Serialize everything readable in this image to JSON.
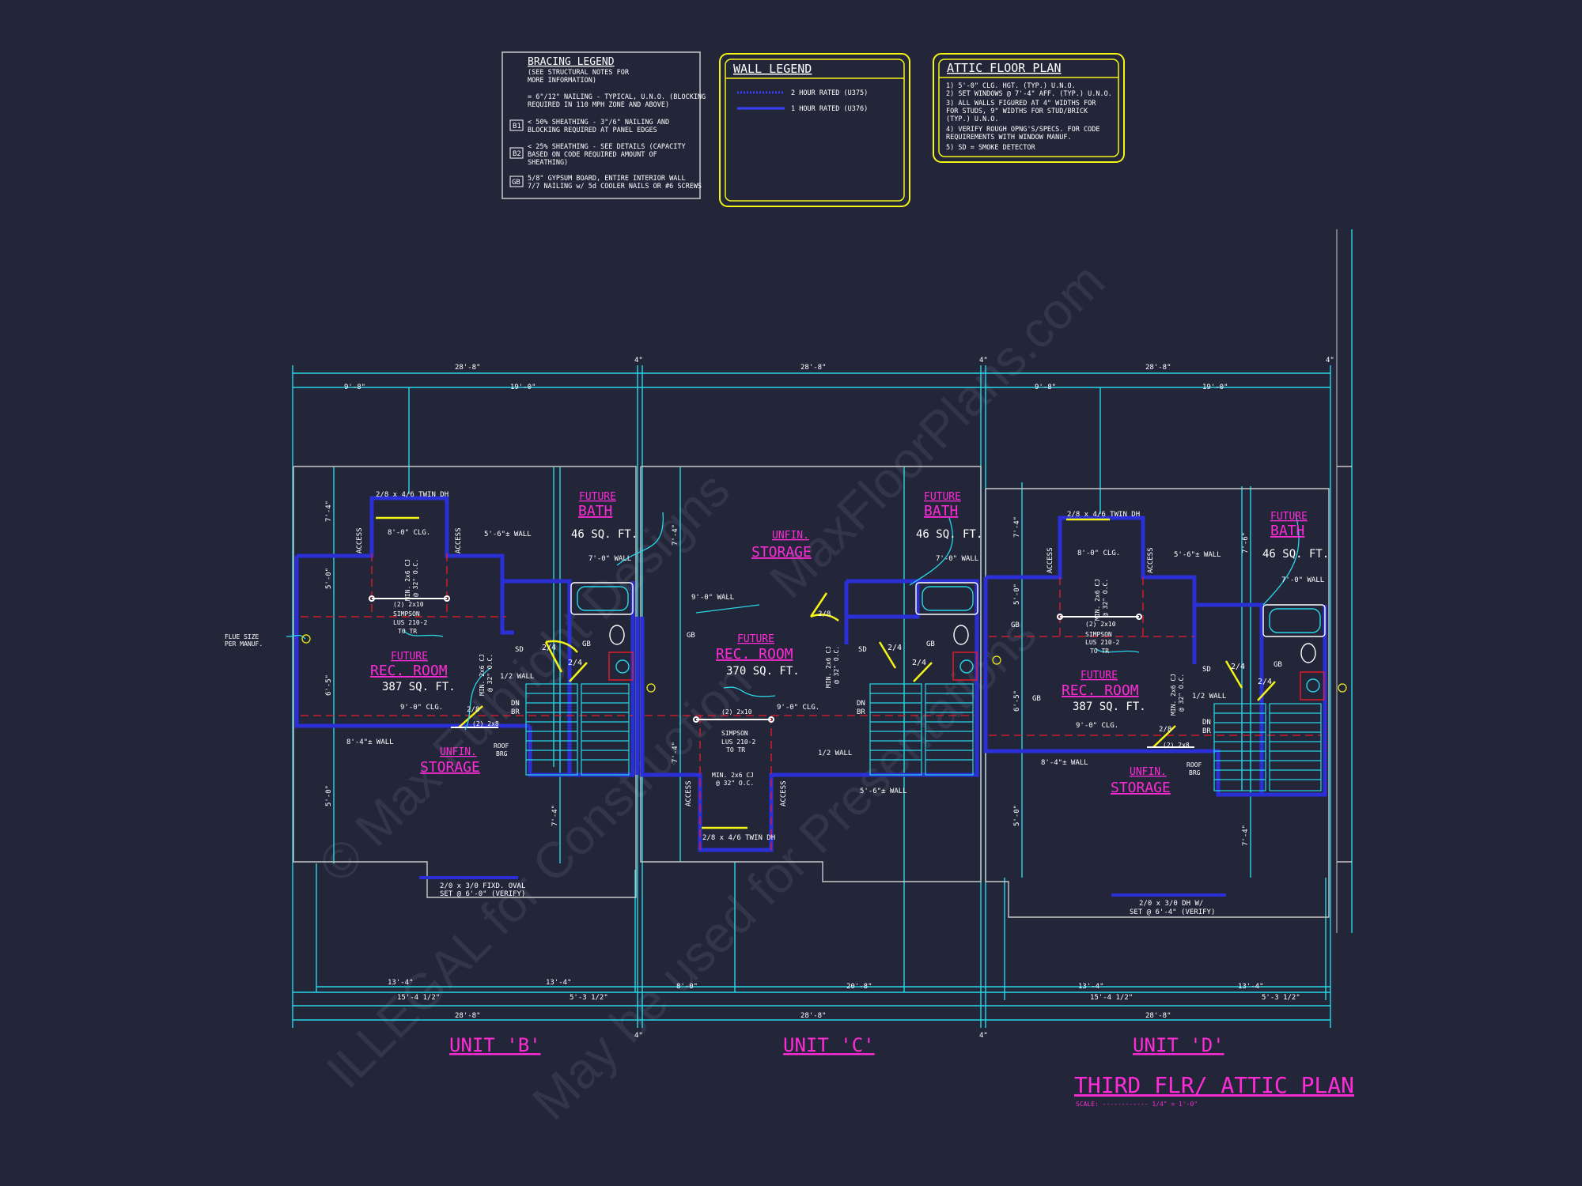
{
  "colors": {
    "background": "#232639",
    "wall": "#2a2fd6",
    "dim": "#27d7e8",
    "label": "#ff2bd6",
    "note": "#ffffff",
    "door": "#f4f417",
    "hidden": "#e81c2a",
    "legend_border": "#c8c8c8"
  },
  "bracing_legend": {
    "title": "BRACING LEGEND",
    "subtitle": [
      "(SEE STRUCTURAL NOTES FOR",
      "MORE INFORMATION)"
    ],
    "nailing": [
      "= 6\"/12\" NAILING - TYPICAL, U.N.O. (BLOCKING",
      "REQUIRED IN 110 MPH ZONE AND ABOVE)"
    ],
    "items": [
      {
        "code": "B1",
        "lines": [
          "< 50% SHEATHING - 3\"/6\" NAILING AND",
          "BLOCKING REQUIRED AT PANEL EDGES"
        ]
      },
      {
        "code": "B2",
        "lines": [
          "< 25% SHEATHING - SEE DETAILS (CAPACITY",
          "BASED ON CODE REQUIRED AMOUNT OF",
          "SHEATHING)"
        ]
      },
      {
        "code": "GB",
        "lines": [
          "5/8\" GYPSUM BOARD, ENTIRE INTERIOR WALL",
          "7/7 NAILING w/ 5d COOLER NAILS OR #6 SCREWS"
        ]
      }
    ]
  },
  "wall_legend": {
    "title": "WALL LEGEND",
    "rows": [
      "2 HOUR RATED (U375)",
      "1 HOUR RATED (U376)"
    ]
  },
  "attic_notes": {
    "title": "ATTIC FLOOR PLAN",
    "lines": [
      "1) 5'-0\" CLG. HGT. (TYP.) U.N.O.",
      "2) SET WINDOWS @ 7'-4\" AFF. (TYP.) U.N.O.",
      "3) ALL WALLS FIGURED AT 4\" WIDTHS FOR",
      "   FOR STUDS, 9\" WIDTHS FOR STUD/BRICK",
      "   (TYP.) U.N.O.",
      "4) VERIFY ROUGH OPNG'S/SPECS. FOR CODE",
      "   REQUIREMENTS WITH WINDOW MANUF.",
      "5) SD = SMOKE DETECTOR"
    ]
  },
  "watermark": [
    "© Max Fulbright Designs",
    "ILLEGAL for Construction",
    "May be used for Presentations",
    "MaxFloorPlans.com"
  ],
  "dims": {
    "top_overall": "28'-8\"",
    "top_gap": "4\"",
    "top_left": "9'-8\"",
    "top_right": "19'-0\"",
    "bottom_left": "13'-4\"",
    "bottom_mid": "15'-4 1/2\"",
    "bottom_right": "5'-3 1/2\"",
    "unit_c_left": "8'-0\"",
    "unit_c_right": "20'-8\"",
    "vertical": [
      "7'-4\"",
      "5'-0\"",
      "6'-5\"",
      "5'-0\"",
      "7'-4\"",
      "7'-6\""
    ]
  },
  "units": [
    {
      "name": "UNIT 'B'",
      "rec_title": "FUTURE",
      "rec_name": "REC. ROOM",
      "rec_area": "387 SQ. FT.",
      "bath_title": "FUTURE",
      "bath_name": "BATH",
      "bath_area": "46 SQ. FT.",
      "storage_title": "UNFIN.",
      "storage_name": "STORAGE",
      "window": "2/8 x 4/6 TWIN DH",
      "clg8": "8'-0\" CLG.",
      "clg9": "9'-0\" CLG.",
      "half_wall": "1/2 WALL",
      "wall56": "5'-6\"± WALL",
      "wall70": "7'-0\" WALL",
      "wall84": "8'-4\"± WALL",
      "access": "ACCESS",
      "beam": "(2) 2x10",
      "simpson": "SIMPSON",
      "lus": "LUS 210-2",
      "to_tr": "TO TR",
      "door": "2/4",
      "door28": "2/8",
      "dn": "DN",
      "br": "BR",
      "sd": "SD",
      "gb": "GB",
      "roof": "ROOF",
      "brg": "BRG",
      "twin": "(2) 2x8",
      "min_cj": "MIN. 2x6 CJ",
      "oc": "@ 32\" O.C.",
      "bottom_window": "2/0 x 3/0 FIXD. OVAL",
      "bottom_set": "SET @ 6'-0\" (VERIFY)"
    },
    {
      "name": "UNIT 'C'",
      "rec_title": "FUTURE",
      "rec_name": "REC. ROOM",
      "rec_area": "370 SQ. FT.",
      "bath_title": "FUTURE",
      "bath_name": "BATH",
      "bath_area": "46 SQ. FT.",
      "storage_title": "UNFIN.",
      "storage_name": "STORAGE",
      "window": "2/8 x 4/6 TWIN DH",
      "wall90": "9'-0\" WALL",
      "clg9": "9'-0\" CLG.",
      "half_wall": "1/2 WALL",
      "wall56": "5'-6\"± WALL"
    },
    {
      "name": "UNIT 'D'",
      "rec_title": "FUTURE",
      "rec_name": "REC. ROOM",
      "rec_area": "387 SQ. FT.",
      "bath_title": "FUTURE",
      "bath_name": "BATH",
      "bath_area": "46 SQ. FT.",
      "storage_title": "UNFIN.",
      "storage_name": "STORAGE",
      "window": "2/8 x 4/6 TWIN DH",
      "clg8": "8'-0\" CLG.",
      "clg9": "9'-0\" CLG.",
      "bottom_window": "2/0 x 3/0 DH W/",
      "bottom_set": "SET @ 6'-4\" (VERIFY)"
    }
  ],
  "flue_note": [
    "FLUE SIZE",
    "PER MANUF."
  ],
  "plan_title": "THIRD FLR/ ATTIC PLAN",
  "plan_scale": "SCALE: ------------ 1/4\" = 1'-0\""
}
